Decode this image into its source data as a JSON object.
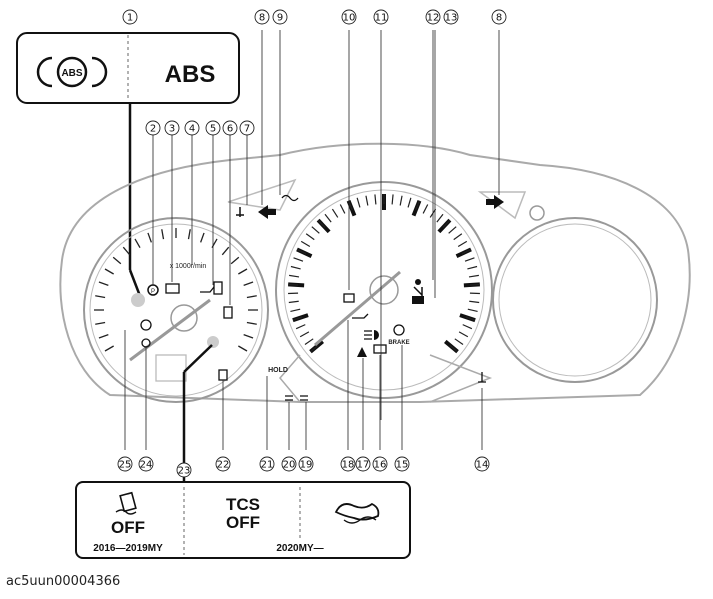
{
  "abs_box": {
    "symbol_text": "(ABS)",
    "label": "ABS"
  },
  "tcs_box": {
    "left_label": "OFF",
    "mid_line1": "TCS",
    "mid_line2": "OFF",
    "year_left": "2016—2019MY",
    "year_right": "2020MY—"
  },
  "tach_label": "x 1000r/min",
  "hold_label": "HOLD",
  "brake_label": "BRAKE",
  "callouts": [
    "1",
    "2",
    "3",
    "4",
    "5",
    "6",
    "7",
    "8",
    "9",
    "10",
    "11",
    "12",
    "13",
    "8",
    "14",
    "15",
    "16",
    "17",
    "18",
    "19",
    "20",
    "21",
    "22",
    "23",
    "24",
    "25"
  ],
  "figure_id": "ac5uun00004366",
  "icons": {
    "abs": "abs-warning-icon",
    "epb": "parking-brake-icon",
    "engine": "check-engine-icon",
    "turn_left": "turn-signal-left-icon",
    "turn_right": "turn-signal-right-icon",
    "seatbelt": "seatbelt-icon",
    "airbag": "airbag-icon",
    "coolant": "coolant-temp-icon",
    "battery": "battery-icon",
    "headlight": "high-beam-icon",
    "tcs_off": "tcs-off-icon"
  }
}
